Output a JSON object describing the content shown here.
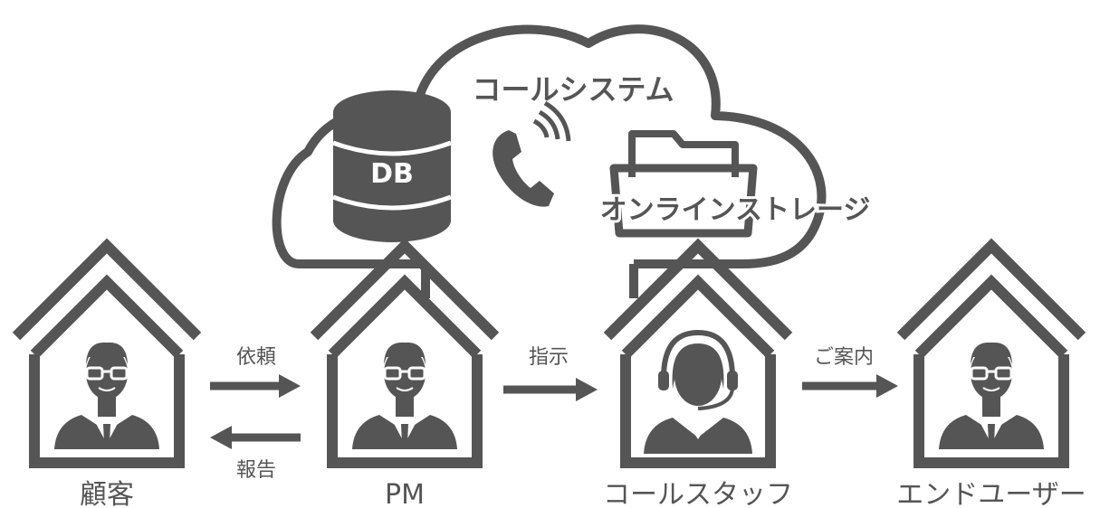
{
  "cloud": {
    "title": "コールシステム",
    "db_label": "DB",
    "storage_label": "オンラインストレージ"
  },
  "nodes": [
    {
      "label": "顧客",
      "person": "businessman"
    },
    {
      "label": "PM",
      "person": "businessman"
    },
    {
      "label": "コールスタッフ",
      "person": "operator"
    },
    {
      "label": "エンドユーザー",
      "person": "businessman"
    }
  ],
  "arrows": {
    "request": "依頼",
    "report": "報告",
    "instruct": "指示",
    "guide": "ご案内"
  },
  "colors": {
    "primary": "#555555",
    "background": "#ffffff"
  }
}
